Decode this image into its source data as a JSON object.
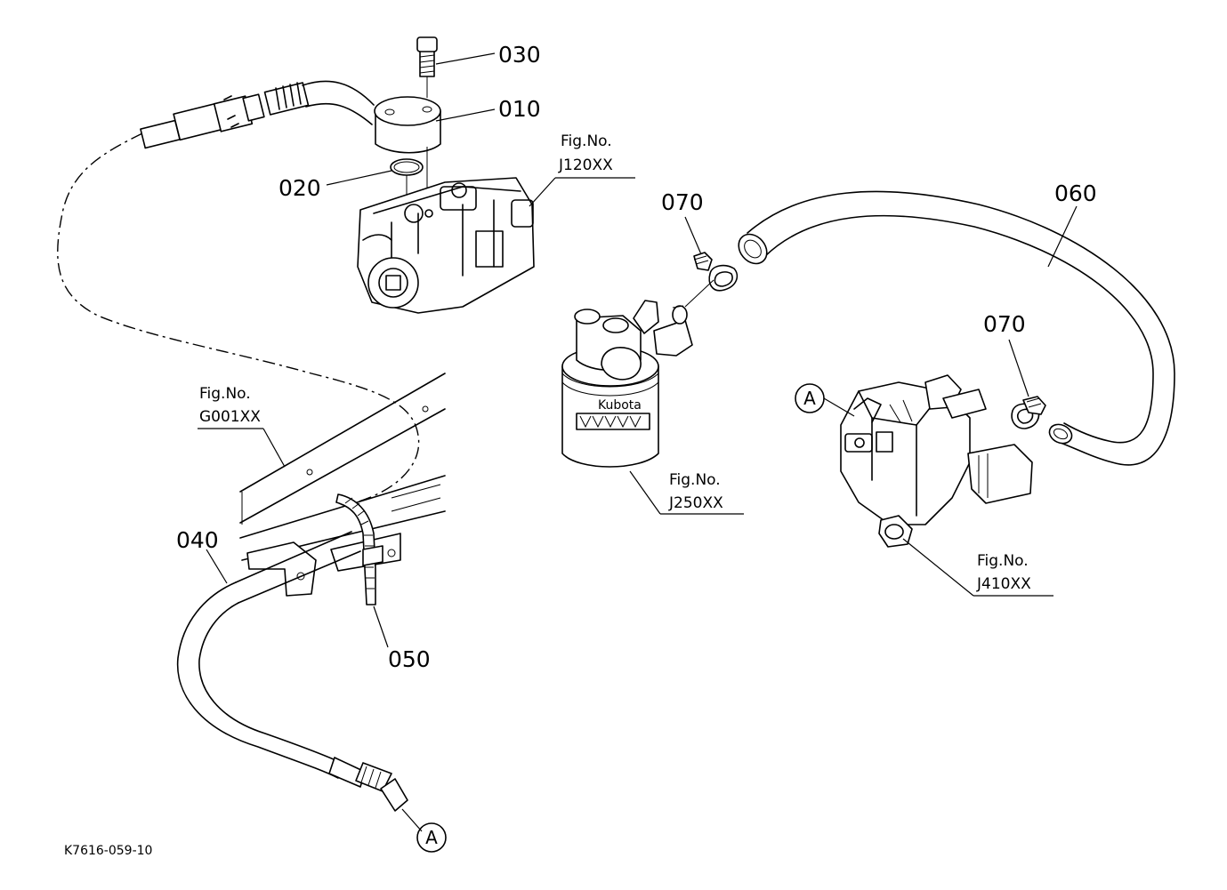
{
  "drawing_id": "K7616-059-10",
  "callouts": {
    "p010": "010",
    "p020": "020",
    "p030": "030",
    "p040": "040",
    "p050": "050",
    "p060": "060",
    "p070a": "070",
    "p070b": "070"
  },
  "figure_refs": {
    "label": "Fig.No.",
    "j120": "J120XX",
    "g001": "G001XX",
    "j250": "J250XX",
    "j410": "J410XX"
  },
  "connection_marks": {
    "injection_pump": "A",
    "hose_end": "A"
  },
  "filter_brand_text": "Kubota"
}
